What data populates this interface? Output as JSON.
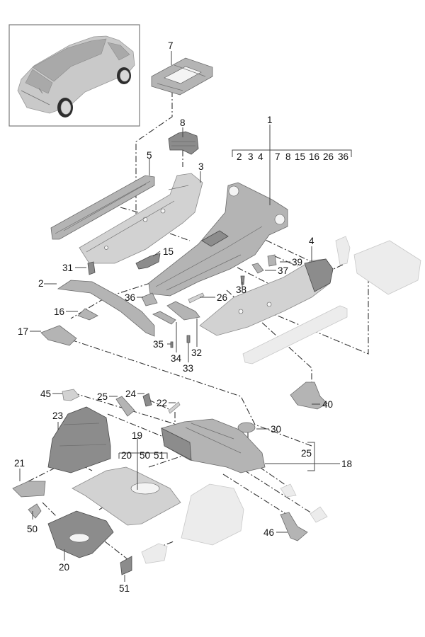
{
  "diagram": {
    "title": "Floor assembly exploded parts diagram",
    "thumbnail": {
      "icon": "vehicle-overview-icon",
      "description": "Rear three-quarter view of SUV"
    },
    "part_callouts": [
      {
        "id": "c7",
        "number": "7"
      },
      {
        "id": "c8",
        "number": "8"
      },
      {
        "id": "c1",
        "number": "1"
      },
      {
        "id": "c5",
        "number": "5"
      },
      {
        "id": "c3",
        "number": "3"
      },
      {
        "id": "c15",
        "number": "15"
      },
      {
        "id": "c31",
        "number": "31"
      },
      {
        "id": "c39",
        "number": "39"
      },
      {
        "id": "c4",
        "number": "4"
      },
      {
        "id": "c37",
        "number": "37"
      },
      {
        "id": "c2",
        "number": "2"
      },
      {
        "id": "c38",
        "number": "38"
      },
      {
        "id": "c36",
        "number": "36"
      },
      {
        "id": "c26",
        "number": "26"
      },
      {
        "id": "c16",
        "number": "16"
      },
      {
        "id": "c17",
        "number": "17"
      },
      {
        "id": "c35",
        "number": "35"
      },
      {
        "id": "c32",
        "number": "32"
      },
      {
        "id": "c34",
        "number": "34"
      },
      {
        "id": "c33",
        "number": "33"
      },
      {
        "id": "c45",
        "number": "45"
      },
      {
        "id": "c25a",
        "number": "25"
      },
      {
        "id": "c24",
        "number": "24"
      },
      {
        "id": "c22",
        "number": "22"
      },
      {
        "id": "c40",
        "number": "40"
      },
      {
        "id": "c23",
        "number": "23"
      },
      {
        "id": "c30",
        "number": "30"
      },
      {
        "id": "c19",
        "number": "19"
      },
      {
        "id": "c25b",
        "number": "25"
      },
      {
        "id": "c18",
        "number": "18"
      },
      {
        "id": "c21",
        "number": "21"
      },
      {
        "id": "c50",
        "number": "50"
      },
      {
        "id": "c46",
        "number": "46"
      },
      {
        "id": "c20",
        "number": "20"
      },
      {
        "id": "c51",
        "number": "51"
      }
    ],
    "assemblies": [
      {
        "parent": "1",
        "groups": [
          {
            "items": [
              "2",
              "3",
              "4"
            ]
          },
          {
            "items": [
              "7",
              "8",
              "15",
              "16",
              "26",
              "36"
            ]
          }
        ]
      },
      {
        "parent": "19",
        "groups": [
          {
            "items": [
              "20"
            ]
          },
          {
            "items": [
              "50",
              "51"
            ]
          }
        ]
      },
      {
        "parent": "18",
        "groups": [
          {
            "items": [
              "25"
            ]
          }
        ]
      }
    ]
  }
}
